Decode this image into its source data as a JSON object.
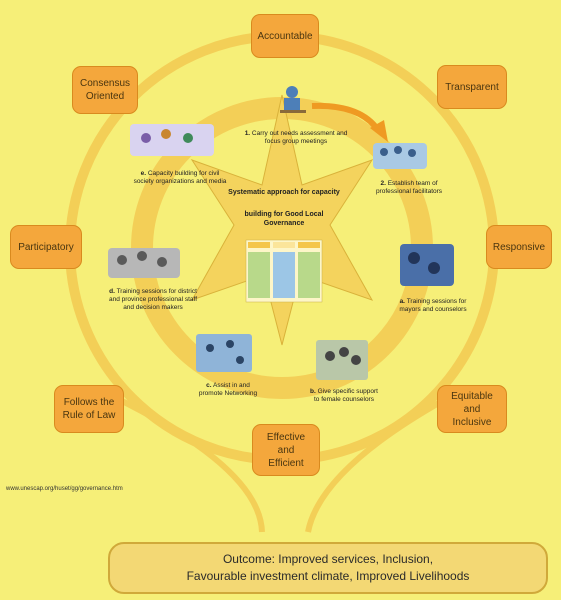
{
  "principles": {
    "accountable": "Accountable",
    "transparent": "Transparent",
    "responsive": "Responsive",
    "equitable": "Equitable\nand\nInclusive",
    "effective": "Effective\nand\nEfficient",
    "rule_of_law": "Follows the\nRule of Law",
    "participatory": "Participatory",
    "consensus": "Consensus\nOriented"
  },
  "center": {
    "title_line1": "Systematic approach for capacity",
    "title_line2": "building for Good Local\nGovernance"
  },
  "steps": {
    "s1_num": "1.",
    "s1_text": "Carry out needs assessment and\nfocus group meetings",
    "s2_num": "2.",
    "s2_text": "Establish team of\nprofessional facilitators",
    "sa_num": "a.",
    "sa_text": "Training sessions for\nmayors and counselors",
    "sb_num": "b.",
    "sb_text": "Give specific support\nto female counselors",
    "sc_num": "c.",
    "sc_text": "Assist in and\npromote Networking",
    "sd_num": "d.",
    "sd_text": "Training sessions for district\nand province professional staff\nand decision makers",
    "se_num": "e.",
    "se_text": "Capacity building for civil\nsociety organizations and media"
  },
  "source_url": "www.unescap.org/huset/gg/governance.htm",
  "outcome": {
    "line1": "Outcome: Improved services, Inclusion,",
    "line2": "Favourable investment climate, Improved Livelihoods"
  },
  "colors": {
    "background": "#f6ef78",
    "ring": "#f3cf57",
    "box": "#f4a73c",
    "star": "#f4d35d",
    "arrow": "#ef9a22"
  }
}
